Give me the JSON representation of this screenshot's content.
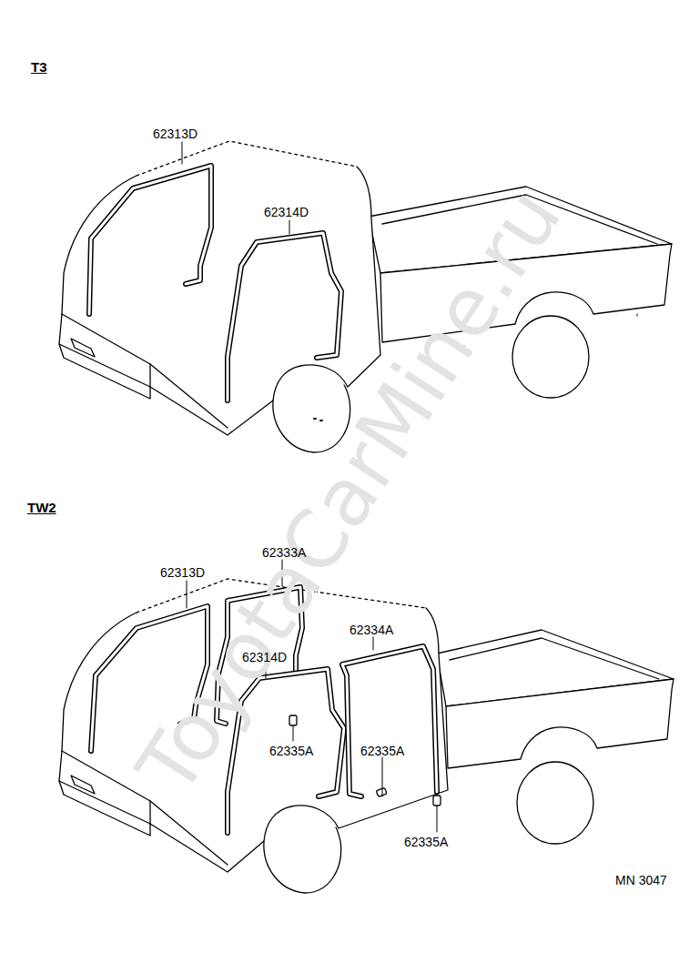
{
  "diagram": {
    "labels": [
      "T3",
      "62313D",
      "62314D",
      "TW2",
      "62313D",
      "62333A",
      "62314D",
      "62334A",
      "62335A",
      "62335A",
      "62335A",
      "MN 3047",
      "ToyotaCarMine.ru"
    ]
  }
}
